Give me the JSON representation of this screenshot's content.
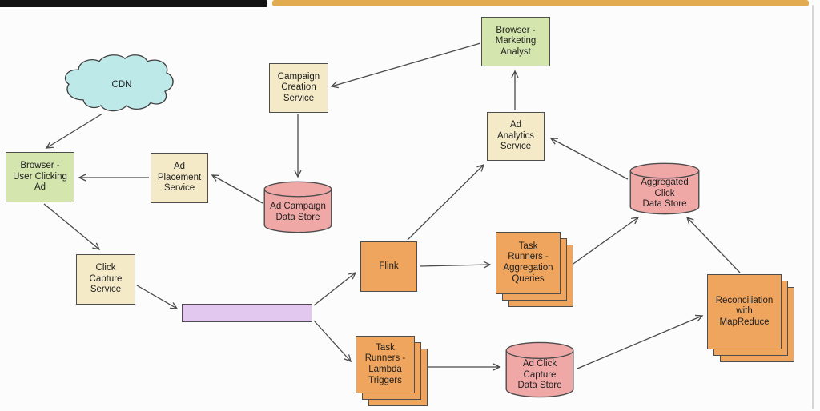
{
  "palette": {
    "background": "#fcfcfc",
    "top_black_bar": "#121212",
    "top_gold_bar": "#e2ab50",
    "service_box": "#f4eac8",
    "browser_box": "#d4e5ae",
    "worker_box": "#efa55e",
    "data_store": "#efa8a6",
    "stream_bar": "#e2c8ef",
    "cloud": "#bee9e9",
    "outline": "#4d4d4d",
    "arrow": "#4a4a4a"
  },
  "nodes": {
    "cdn": {
      "label": "CDN",
      "shape": "cloud"
    },
    "browser_user": {
      "label": "Browser -\nUser Clicking\nAd",
      "shape": "rect"
    },
    "ad_placement": {
      "label": "Ad\nPlacement\nService",
      "shape": "rect"
    },
    "campaign_creation": {
      "label": "Campaign\nCreation\nService",
      "shape": "rect"
    },
    "browser_analyst": {
      "label": "Browser -\nMarketing\nAnalyst",
      "shape": "rect"
    },
    "ad_analytics": {
      "label": "Ad\nAnalytics\nService",
      "shape": "rect"
    },
    "ad_campaign_store": {
      "label": "Ad Campaign\nData Store",
      "shape": "cylinder"
    },
    "click_capture": {
      "label": "Click\nCapture\nService",
      "shape": "rect"
    },
    "event_stream": {
      "label": "",
      "shape": "bar"
    },
    "flink": {
      "label": "Flink",
      "shape": "rect"
    },
    "task_agg": {
      "label": "Task\nRunners -\nAggregation\nQueries",
      "shape": "stack"
    },
    "agg_store": {
      "label": "Aggregated\nClick\nData Store",
      "shape": "cylinder"
    },
    "task_lambda": {
      "label": "Task\nRunners -\nLambda\nTriggers",
      "shape": "stack"
    },
    "ad_click_store": {
      "label": "Ad Click\nCapture\nData Store",
      "shape": "cylinder"
    },
    "reconciliation": {
      "label": "Reconciliation\nwith\nMapReduce",
      "shape": "stack"
    }
  },
  "edges": [
    {
      "from": "cdn",
      "to": "browser_user",
      "points": [
        128,
        142,
        58,
        185
      ]
    },
    {
      "from": "ad_placement",
      "to": "browser_user",
      "points": [
        186,
        222,
        99,
        222
      ]
    },
    {
      "from": "ad_campaign_store",
      "to": "ad_placement",
      "points": [
        328,
        254,
        265,
        219
      ]
    },
    {
      "from": "browser_analyst",
      "to": "campaign_creation",
      "points": [
        600,
        54,
        414,
        108
      ]
    },
    {
      "from": "ad_analytics",
      "to": "browser_analyst",
      "points": [
        643,
        138,
        643,
        89
      ]
    },
    {
      "from": "campaign_creation",
      "to": "ad_campaign_store",
      "points": [
        372,
        143,
        372,
        221
      ]
    },
    {
      "from": "browser_user",
      "to": "click_capture",
      "points": [
        55,
        255,
        124,
        312
      ]
    },
    {
      "from": "click_capture",
      "to": "event_stream",
      "points": [
        171,
        357,
        221,
        386
      ]
    },
    {
      "from": "event_stream",
      "to": "flink",
      "points": [
        392,
        382,
        444,
        341
      ]
    },
    {
      "from": "event_stream",
      "to": "task_lambda",
      "points": [
        392,
        401,
        438,
        452
      ]
    },
    {
      "from": "flink",
      "to": "ad_analytics",
      "points": [
        509,
        300,
        604,
        206
      ]
    },
    {
      "from": "flink",
      "to": "task_agg",
      "points": [
        524,
        333,
        612,
        331
      ]
    },
    {
      "from": "task_agg",
      "to": "agg_store",
      "points": [
        706,
        337,
        797,
        272
      ]
    },
    {
      "from": "agg_store",
      "to": "ad_analytics",
      "points": [
        784,
        224,
        688,
        173
      ]
    },
    {
      "from": "reconciliation",
      "to": "agg_store",
      "points": [
        924,
        341,
        858,
        272
      ]
    },
    {
      "from": "ad_click_store",
      "to": "reconciliation",
      "points": [
        721,
        461,
        877,
        395
      ]
    },
    {
      "from": "task_lambda",
      "to": "ad_click_store",
      "points": [
        521,
        459,
        624,
        459
      ]
    }
  ]
}
